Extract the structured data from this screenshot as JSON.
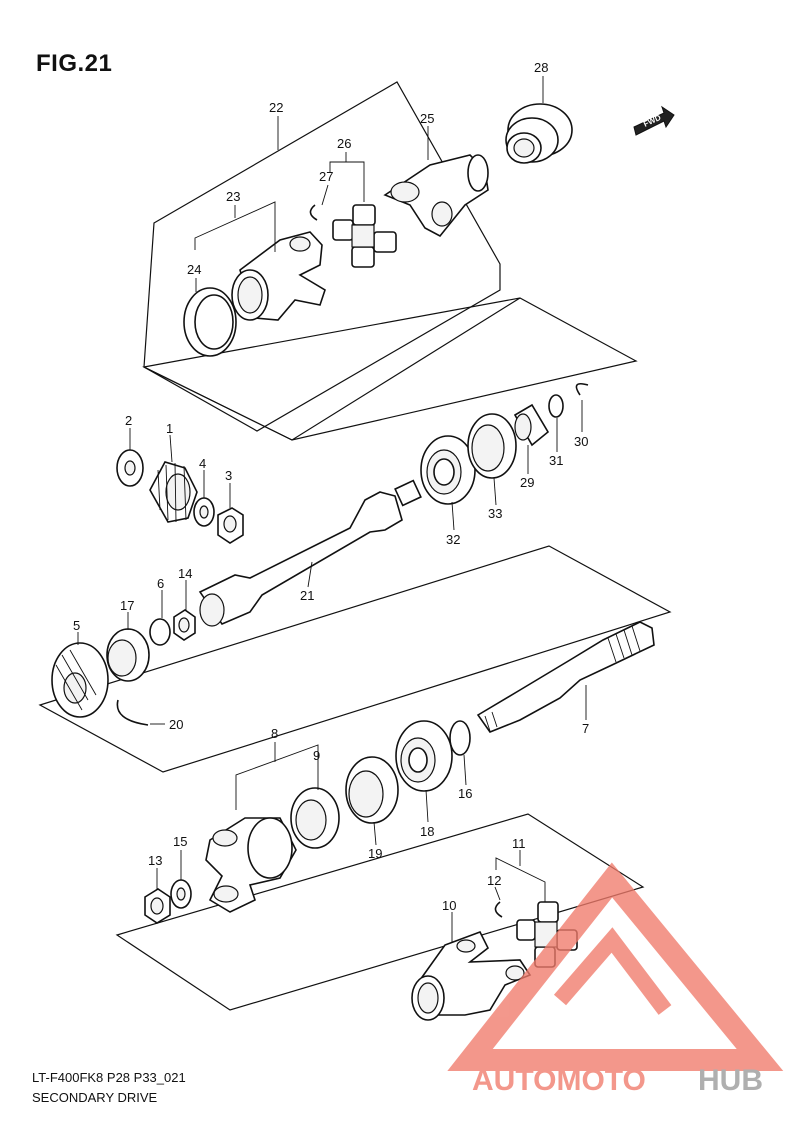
{
  "figure": {
    "title": "FIG.21"
  },
  "footer": {
    "model_code": "LT-F400FK8 P28 P33_021",
    "caption": "SECONDARY DRIVE"
  },
  "direction_tag": "FWD",
  "watermark": {
    "part1": "AUTOMOTO",
    "part2": "HUB",
    "color_main": "#f07b6b",
    "color_alt": "#999999"
  },
  "callouts": [
    "1",
    "2",
    "3",
    "4",
    "5",
    "6",
    "7",
    "8",
    "9",
    "10",
    "11",
    "12",
    "13",
    "14",
    "15",
    "16",
    "17",
    "18",
    "19",
    "20",
    "21",
    "22",
    "23",
    "24",
    "25",
    "26",
    "27",
    "28",
    "29",
    "30",
    "31",
    "32",
    "33"
  ]
}
